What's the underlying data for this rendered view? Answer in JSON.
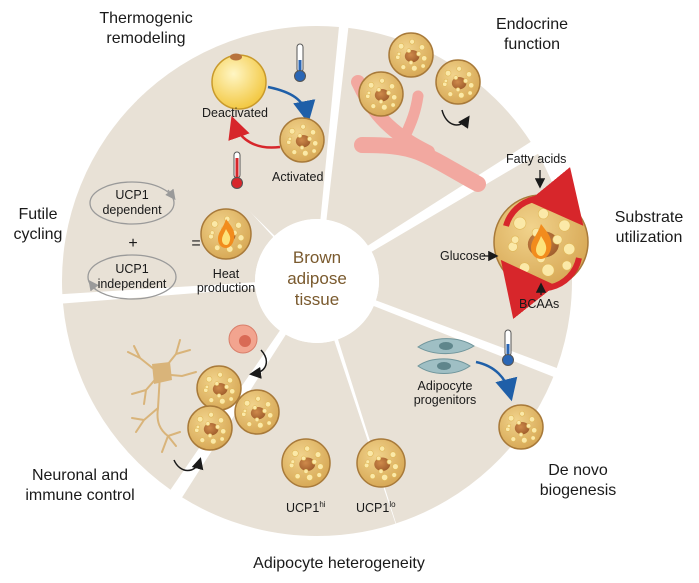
{
  "center": {
    "line1": "Brown",
    "line2": "adipose",
    "line3": "tissue"
  },
  "sectors": {
    "thermogenic": {
      "title1": "Thermogenic",
      "title2": "remodeling",
      "deactivated": "Deactivated",
      "activated": "Activated"
    },
    "endocrine": {
      "title1": "Endocrine",
      "title2": "function"
    },
    "substrate": {
      "title1": "Substrate",
      "title2": "utilization",
      "fatty_acids": "Fatty acids",
      "glucose": "Glucose",
      "bcaas": "BCAAs"
    },
    "denovo": {
      "title1": "De novo",
      "title2": "biogenesis",
      "progenitors1": "Adipocyte",
      "progenitors2": "progenitors"
    },
    "heterogeneity": {
      "title": "Adipocyte heterogeneity",
      "hi_base": "UCP1",
      "hi_sup": "hi",
      "lo_base": "UCP1",
      "lo_sup": "lo"
    },
    "neuronal": {
      "title1": "Neuronal and",
      "title2": "immune control"
    },
    "futile": {
      "title1": "Futile",
      "title2": "cycling",
      "ucp1_dep1": "UCP1",
      "ucp1_dep2": "dependent",
      "ucp1_ind1": "UCP1",
      "ucp1_ind2": "independent",
      "plus": "+",
      "equals": "=",
      "heat1": "Heat",
      "heat2": "production"
    }
  },
  "colors": {
    "sector_fill": "#e8e1d6",
    "cell_fill": "#e2bc6a",
    "nucleus": "#b8733d",
    "vessel": "#f2a8a0",
    "warm_arrow": "#d7262b",
    "cool_arrow": "#1f5fa8"
  }
}
